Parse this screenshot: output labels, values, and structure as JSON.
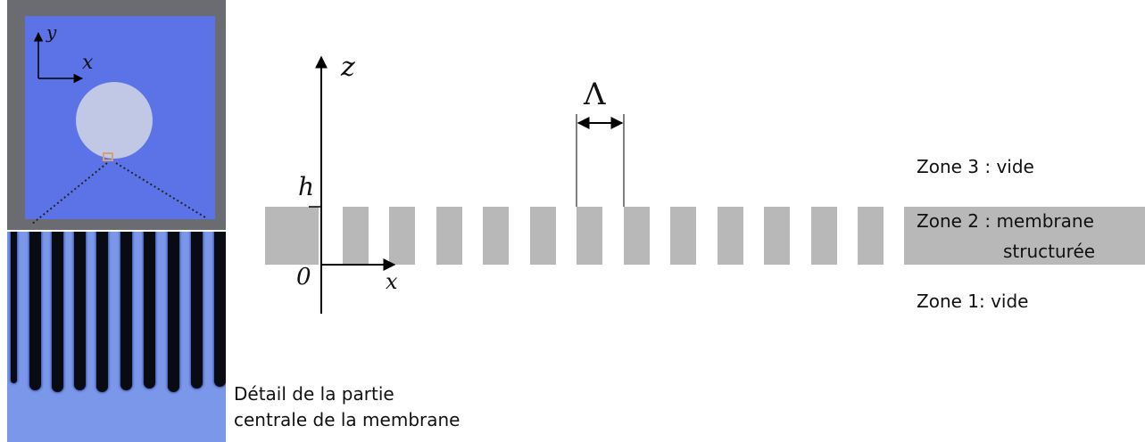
{
  "photo": {
    "axis_y": "y",
    "axis_x": "x",
    "caption_line1": "Détail de la partie",
    "caption_line2": "centrale de la membrane"
  },
  "diagram": {
    "axis_z": "z",
    "axis_x": "x",
    "h_label": "h",
    "zero_label": "0",
    "period_label": "Λ"
  },
  "zones": {
    "zone3": "Zone 3 : vide",
    "zone2_line1": "Zone 2 : membrane",
    "zone2_line2": "structurée",
    "zone1": "Zone 1: vide"
  },
  "colors": {
    "membrane": "#b8b8b8",
    "substrate_blue": "#5c73e8",
    "slit": "#090b13"
  }
}
